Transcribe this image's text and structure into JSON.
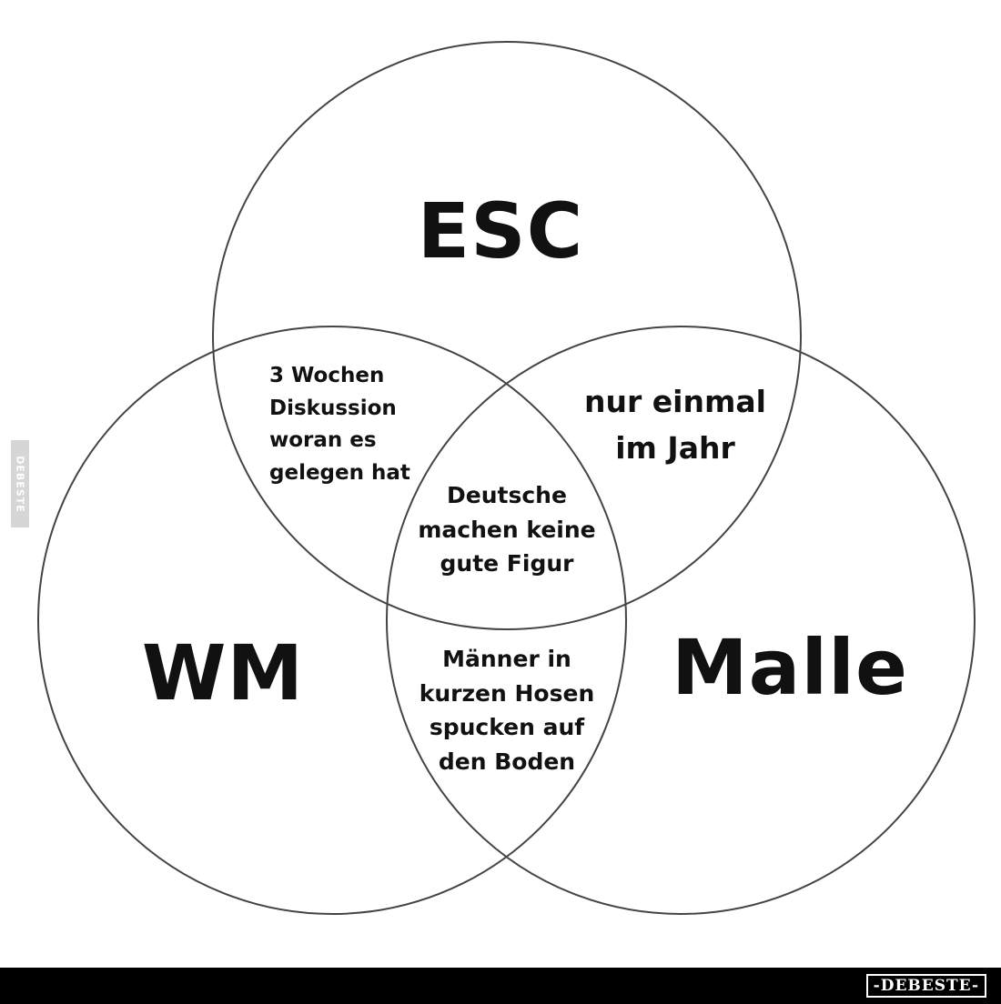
{
  "sets": [
    {
      "id": "esc",
      "label": "ESC"
    },
    {
      "id": "wm",
      "label": "WM"
    },
    {
      "id": "malle",
      "label": "Malle"
    }
  ],
  "overlaps": {
    "esc_wm": "3 Wochen\nDiskussion\nworan es\ngelegen hat",
    "esc_malle": "nur einmal\nim Jahr",
    "all": "Deutsche\nmachen keine\ngute Figur",
    "wm_malle": "Männer in\nkurzen Hosen\nspucken auf\nden Boden"
  },
  "watermark": {
    "side": "DEBESTE",
    "brand": "-DEBESTE-"
  },
  "colors": {
    "circle_stroke": "#444444",
    "text": "#111111",
    "footer": "#000000"
  }
}
